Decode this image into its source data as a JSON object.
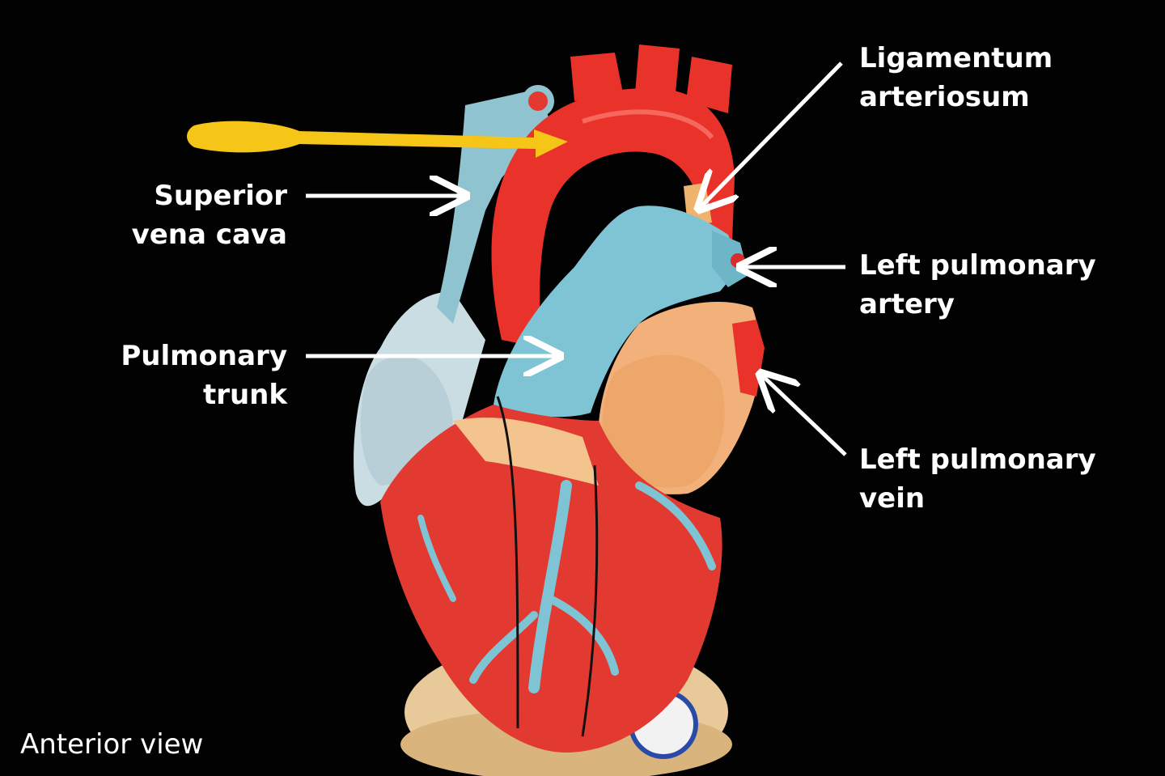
{
  "labels": {
    "superior_vena_cava": {
      "line1": "Superior",
      "line2": "vena cava"
    },
    "pulmonary_trunk": {
      "line1": "Pulmonary",
      "line2": "trunk"
    },
    "ligamentum_arteriosum": {
      "line1": "Ligamentum",
      "line2": "arteriosum"
    },
    "left_pulmonary_artery": {
      "line1": "Left pulmonary",
      "line2": "artery"
    },
    "left_pulmonary_vein": {
      "line1": "Left pulmonary",
      "line2": "vein"
    }
  },
  "caption": "Anterior view",
  "colors": {
    "background": "#020202",
    "aorta_red": "#e8322a",
    "vein_blue": "#7ec4d4",
    "atrium_orange": "#f2b07a",
    "pointer_yellow": "#f5c518",
    "label_white": "#ffffff"
  }
}
